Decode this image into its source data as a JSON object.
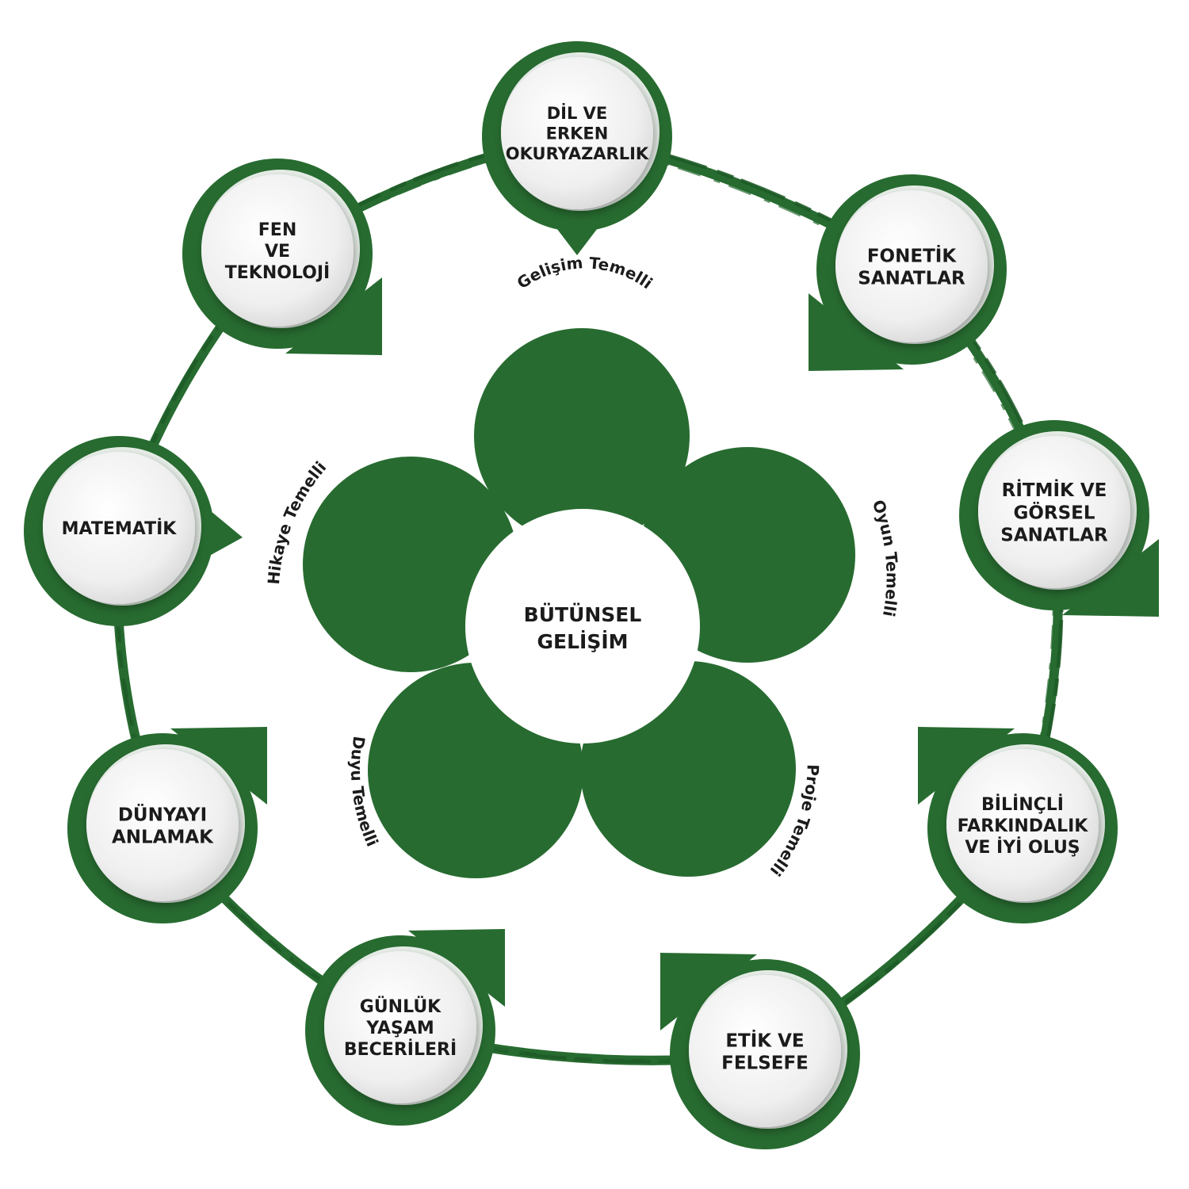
{
  "colors": {
    "green": "#276b30",
    "dark_green": "#1f5a27",
    "node_fill": "#eeeeee",
    "text": "#1b1b1b",
    "white": "#ffffff"
  },
  "center": {
    "lines": [
      "BÜTÜNSEL",
      "GELİŞİM"
    ]
  },
  "petals": [
    {
      "label": "Gelişim Temelli"
    },
    {
      "label": "Oyun Temelli"
    },
    {
      "label": "Proje Temelli"
    },
    {
      "label": "Duyu Temelli"
    },
    {
      "label": "Hikaye Temelli"
    }
  ],
  "nodes": [
    {
      "key": "dil",
      "lines": [
        "DİL VE",
        "ERKEN",
        "OKURYAZARLIK"
      ]
    },
    {
      "key": "fonetik",
      "lines": [
        "FONETİK",
        "SANATLAR"
      ]
    },
    {
      "key": "ritmik",
      "lines": [
        "RİTMİK VE",
        "GÖRSEL",
        "SANATLAR"
      ]
    },
    {
      "key": "bilincli",
      "lines": [
        "BİLİNÇLİ",
        "FARKINDALIK",
        "VE İYİ OLUŞ"
      ]
    },
    {
      "key": "etik",
      "lines": [
        "ETİK VE",
        "FELSEFE"
      ]
    },
    {
      "key": "gunluk",
      "lines": [
        "GÜNLÜK",
        "YAŞAM",
        "BECERİLERİ"
      ]
    },
    {
      "key": "dunyayi",
      "lines": [
        "DÜNYAYI",
        "ANLAMAK"
      ]
    },
    {
      "key": "matematik",
      "lines": [
        "MATEMATİK"
      ]
    },
    {
      "key": "fen",
      "lines": [
        "FEN",
        "VE",
        "TEKNOLOJİ"
      ]
    }
  ]
}
